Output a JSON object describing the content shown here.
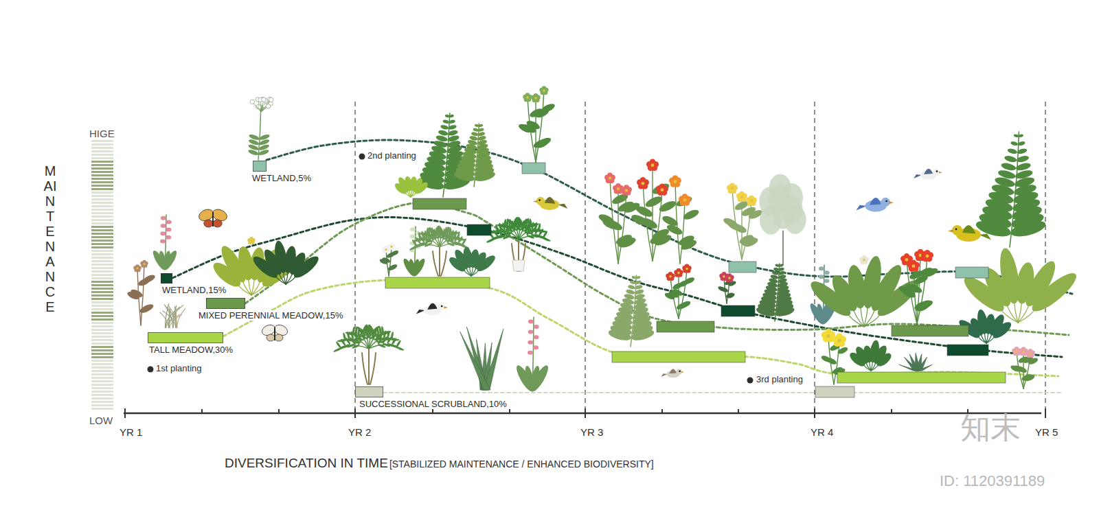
{
  "diagram": {
    "nodes": [
      {
        "text": [
          "WETLAND,5%"
        ]
      },
      {
        "text": [
          "WETLAND,15%"
        ]
      },
      {
        "text": [
          "MIXED PERENNIAL MEADOW,15%"
        ]
      },
      {
        "text": [
          "TALL MEADOW,30%"
        ]
      },
      {
        "text": [
          "SUCCESSIONAL SCRUBLAND,10%"
        ]
      }
    ],
    "labels": [
      "MAINTENANCE",
      "HIGE",
      "LOW",
      "1st planting",
      "2nd planting",
      "3rd planting",
      "YR 1",
      "YR 2",
      "YR 3",
      "YR 4",
      "YR 5",
      "DIVERSIFICATION IN TIME",
      "[STABILIZED MAINTENANCE / ENHANCED BIODIVERSITY]",
      "知末",
      "ID: 1120391189"
    ]
  }
}
